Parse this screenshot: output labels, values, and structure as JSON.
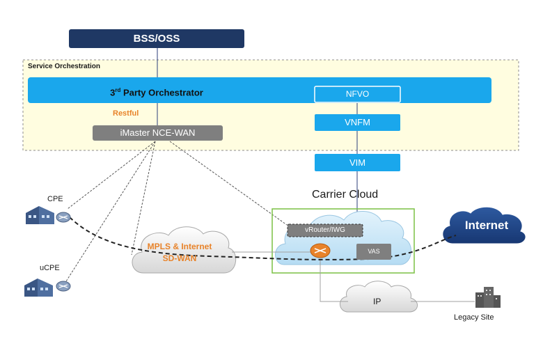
{
  "bss_oss": "BSS/OSS",
  "service_orchestration": "Service Orchestration",
  "third_party": {
    "prefix": "3",
    "sup": "rd",
    "rest": " Party Orchestrator"
  },
  "restful": "Restful",
  "imaster": "iMaster NCE-WAN",
  "nfvo": "NFVO",
  "vnfm": "VNFM",
  "vim": "VIM",
  "carrier_cloud": "Carrier Cloud",
  "vrouter": "vRouter/IWG",
  "vas": "VAS",
  "internet": "Internet",
  "mpls_line1": "MPLS & Internet",
  "mpls_line2": "SD-WAN",
  "ip": "IP",
  "cpe": "CPE",
  "ucpe": "uCPE",
  "legacy_site": "Legacy Site",
  "colors": {
    "navy": "#1f3864",
    "blue": "#1aa7ec",
    "orange": "#e8832a",
    "gray_box": "#7f7f7f",
    "yellow_bg": "#fffde0",
    "green_border": "#7ac143"
  }
}
